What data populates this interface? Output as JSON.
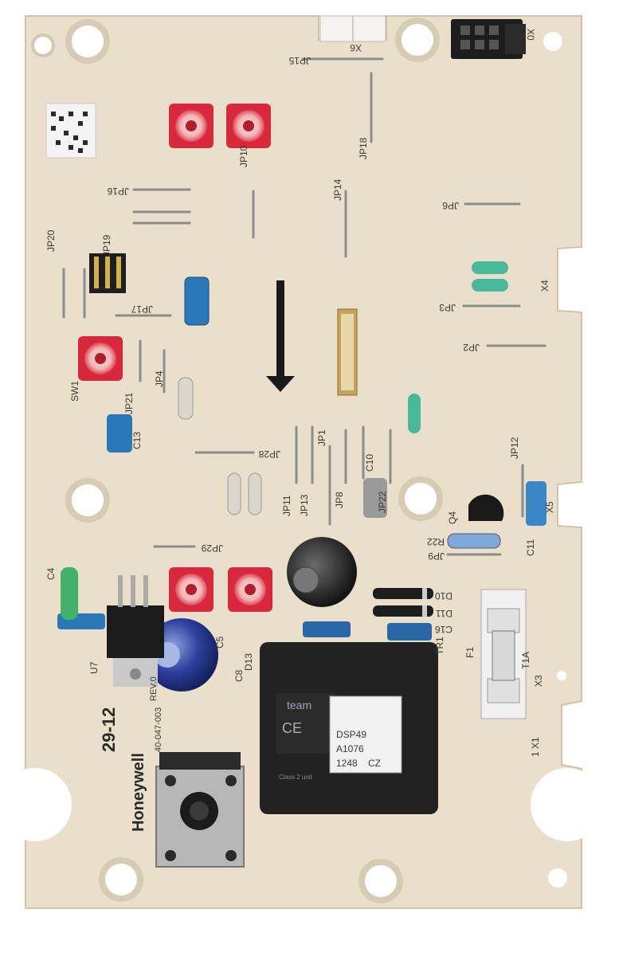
{
  "board": {
    "brand": "Honeywell",
    "model_code": "29-12",
    "revision": "REV.0",
    "part_code": "40-047-003"
  },
  "jumpers": {
    "jp15": "JP15",
    "jp16": "JP16",
    "jp10": "JP10",
    "jp14": "JP14",
    "jp18": "JP18",
    "jp19": "JP19",
    "jp20": "JP20",
    "jp17": "JP17",
    "jp4": "JP4",
    "jp21": "JP21",
    "jp28": "JP28",
    "jp11": "JP11",
    "jp13": "JP13",
    "jp1": "JP1",
    "jp8": "JP8",
    "jp22": "JP22",
    "jp6": "JP6",
    "jp3": "JP3",
    "jp2": "JP2",
    "jp9": "JP9",
    "jp12": "JP12",
    "jp29": "JP29"
  },
  "components": {
    "x6": "X6",
    "x0": "X0",
    "x4": "X4",
    "x3": "X3",
    "x5": "X5",
    "x1": "X1",
    "c13": "C13",
    "c4": "C4",
    "c5": "C5",
    "c10": "C10",
    "c11": "C11",
    "c16": "C16",
    "r22": "R22",
    "q4": "Q4",
    "sw1": "SW1",
    "u7": "U7",
    "d10": "D10",
    "d11": "D11",
    "tr1": "TR1",
    "f1": "F1",
    "t1a": "T1A",
    "x1_label": "1 X1",
    "c8": "C8",
    "d13": "D13"
  },
  "transformer": {
    "brand": "team",
    "mark": "CE",
    "model": "DSP49",
    "code": "A1076",
    "batch": "1248",
    "country": "CZ",
    "class": "Class 2 unit"
  },
  "colors": {
    "pcb": "#e9dfca",
    "trimmer": "#d8283c",
    "capacitor_blue": "#2a78b8",
    "electrolytic": "#1c2f8c"
  }
}
